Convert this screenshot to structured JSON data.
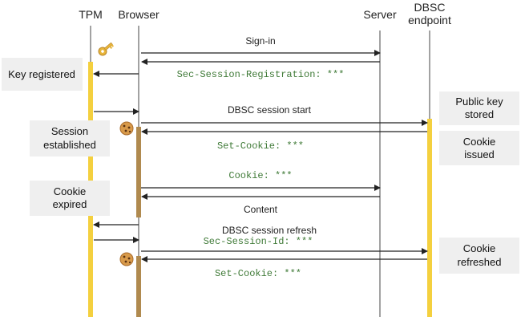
{
  "participants": {
    "tpm": "TPM",
    "browser": "Browser",
    "server": "Server",
    "dbsc_line1": "DBSC",
    "dbsc_line2": "endpoint"
  },
  "messages": {
    "signin": "Sign-in",
    "sec_session_registration": "Sec-Session-Registration: ***",
    "dbsc_session_start": "DBSC session start",
    "set_cookie_1": "Set-Cookie: ***",
    "cookie": "Cookie: ***",
    "content": "Content",
    "dbsc_session_refresh": "DBSC session refresh",
    "sec_session_id": "Sec-Session-Id: ***",
    "set_cookie_2": "Set-Cookie: ***"
  },
  "notes": {
    "key_registered": "Key registered",
    "session_established_1": "Session",
    "session_established_2": "established",
    "cookie_expired_1": "Cookie",
    "cookie_expired_2": "expired",
    "public_key_stored_1": "Public key",
    "public_key_stored_2": "stored",
    "cookie_issued_1": "Cookie",
    "cookie_issued_2": "issued",
    "cookie_refreshed_1": "Cookie",
    "cookie_refreshed_2": "refreshed"
  },
  "icons": {
    "key": "🔑",
    "cookie": "🍪"
  },
  "colors": {
    "tpm_activation": "#f4d03f",
    "dbsc_activation": "#f4d03f",
    "browser_activation": "#b08a4f",
    "note_fill": "#efefef",
    "code_text": "#3f7a37"
  }
}
